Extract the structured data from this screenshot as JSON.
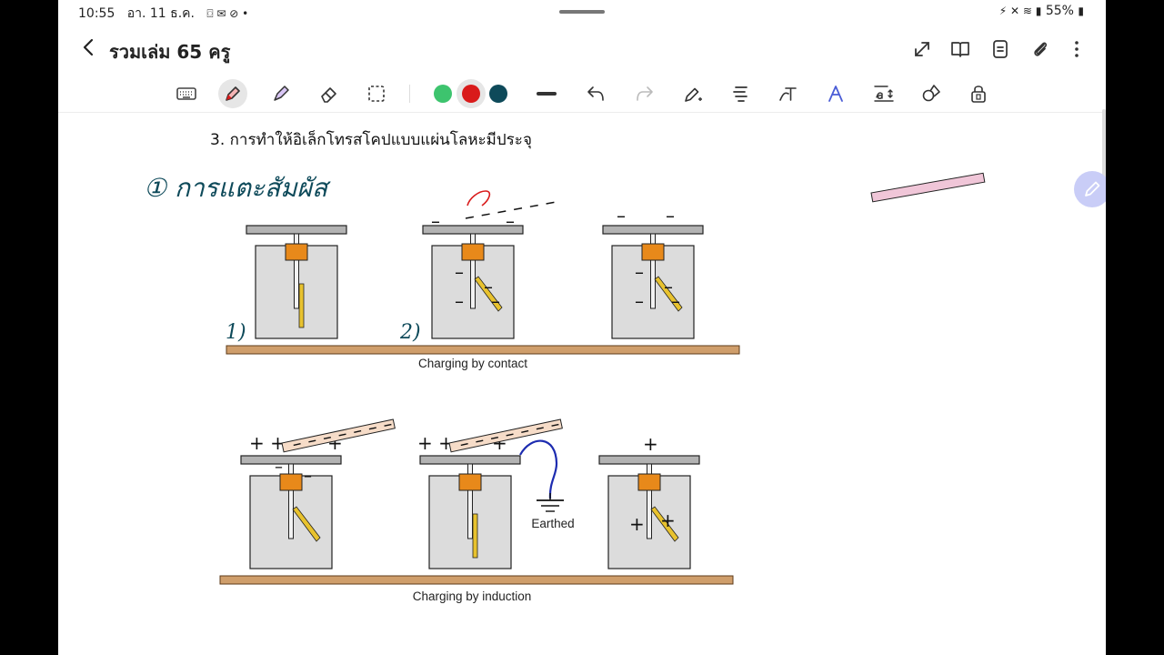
{
  "status_bar": {
    "time": "10:55",
    "date": "อา. 11 ธ.ค.",
    "notification_icons": "⌼ ✉ ⊘ •",
    "battery": "55%"
  },
  "app_bar": {
    "title": "รวมเล่ม 65 ครู"
  },
  "toolbar": {
    "pen_colors": [
      "#3dc46e",
      "#d91b1b",
      "#0e4a5a"
    ],
    "selected_color": "#d91b1b"
  },
  "note": {
    "heading": "3. การทำให้อิเล็กโทรสโคปแบบแผ่นโลหะมีประจุ",
    "handwritten_title": "① การแตะสัมผัส",
    "handwritten_label_1": "1)",
    "handwritten_label_2": "2)",
    "caption_contact": "Charging by contact",
    "caption_induction": "Charging by induction",
    "earthed_label": "Earthed",
    "ink_color": "#0e4a5a"
  }
}
